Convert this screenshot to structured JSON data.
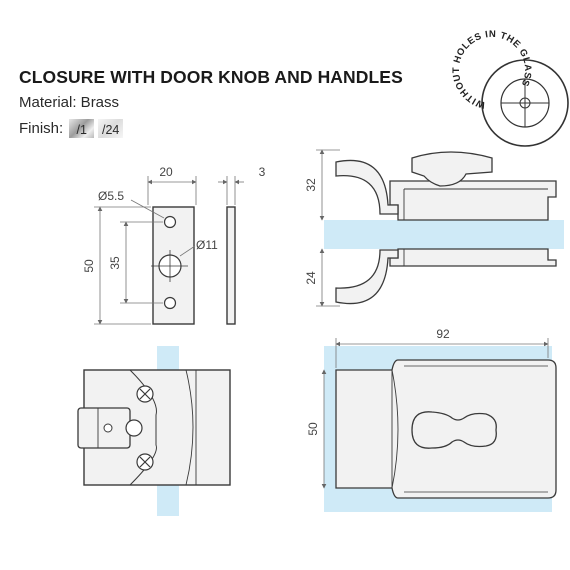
{
  "title": "CLOSURE WITH DOOR KNOB AND HANDLES",
  "material": "Material: Brass",
  "finish": {
    "label": "Finish:",
    "options": [
      "/1",
      "/24"
    ]
  },
  "badge": {
    "text": "WITHOUT HOLES IN THE GLASS"
  },
  "dimensions": {
    "plate_width": "20",
    "plate_thickness": "3",
    "hole_small": "Ø5.5",
    "hole_large": "Ø11",
    "plate_height": "50",
    "hole_spacing": "35",
    "handle_top": "32",
    "handle_bottom": "24",
    "body_length": "92",
    "body_height": "50"
  },
  "colors": {
    "line": "#3a3a3a",
    "dim_line": "#888888",
    "glass": "#cfeaf7",
    "part_fill": "#f2f2f2"
  }
}
